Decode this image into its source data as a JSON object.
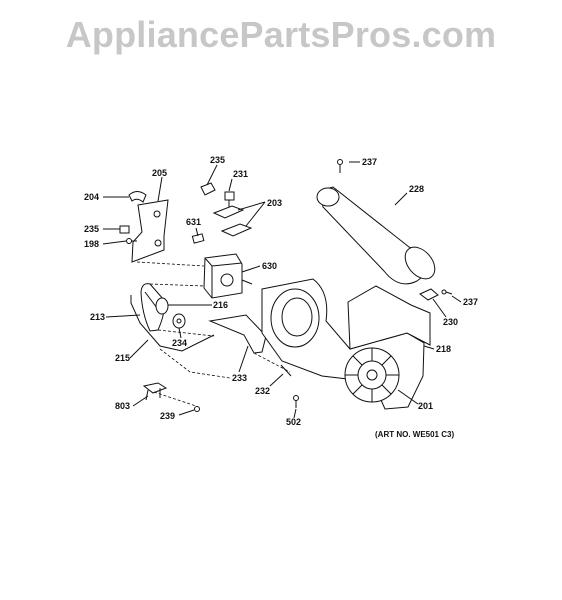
{
  "watermark": "AppliancePartsPros.com",
  "art_number": "(ART NO. WE501 C3)",
  "labels": {
    "l237a": "237",
    "l228": "228",
    "l235a": "235",
    "l231": "231",
    "l205": "205",
    "l203": "203",
    "l204": "204",
    "l631": "631",
    "l235b": "235",
    "l198": "198",
    "l630": "630",
    "l237b": "237",
    "l216": "216",
    "l230": "230",
    "l213": "213",
    "l234": "234",
    "l218": "218",
    "l215": "215",
    "l233": "233",
    "l232": "232",
    "l803": "803",
    "l201": "201",
    "l239": "239",
    "l502": "502"
  }
}
